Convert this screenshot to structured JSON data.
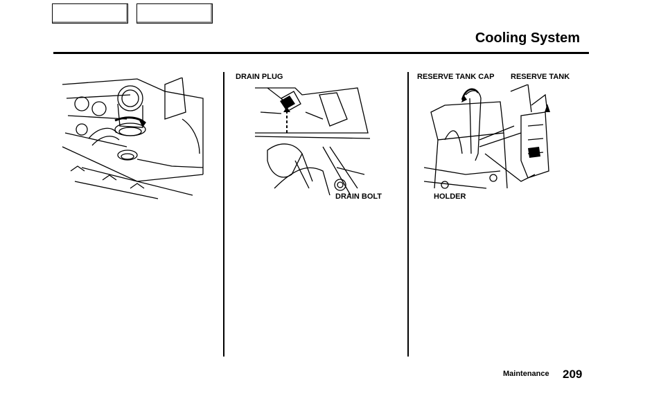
{
  "header": {
    "title": "Cooling System"
  },
  "nav": {
    "button_1_label": "",
    "button_2_label": ""
  },
  "figures": {
    "drain": {
      "drain_plug_label": "DRAIN PLUG",
      "drain_bolt_label": "DRAIN BOLT"
    },
    "reserve": {
      "reserve_tank_cap_label": "RESERVE TANK CAP",
      "reserve_tank_label": "RESERVE TANK",
      "holder_label": "HOLDER"
    }
  },
  "footer": {
    "section": "Maintenance",
    "page_number": "209"
  }
}
